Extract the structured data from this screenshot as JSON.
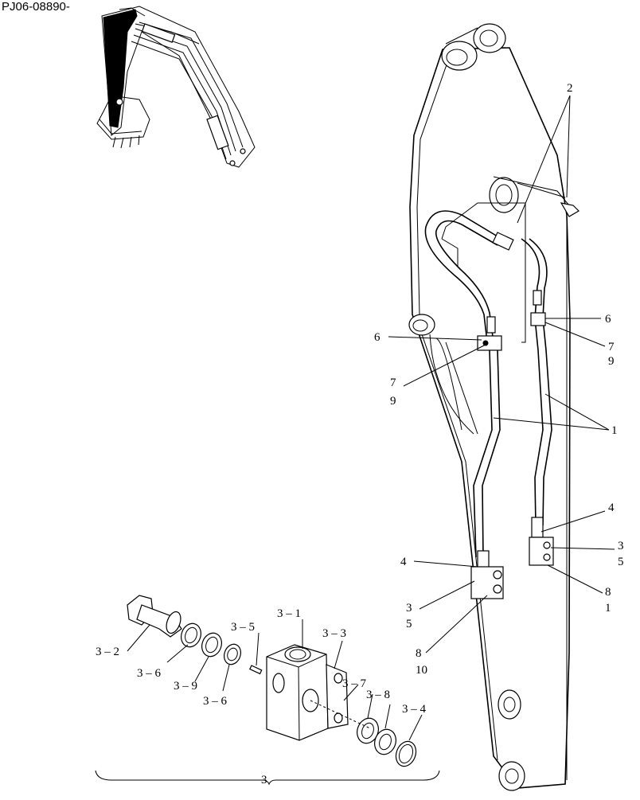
{
  "document_id": "PJ06-08890-",
  "callouts": {
    "c1": "1",
    "c2": "2",
    "c3": "3",
    "c4_left": "4",
    "c4_right": "4",
    "c6_left": "6",
    "c6_right": "6",
    "c7_left": "7",
    "c9_left": "9",
    "c7_right": "7",
    "c9_right": "9",
    "c3_left": "3",
    "c5_left": "5",
    "c3_right": "3",
    "c5_right": "5",
    "c8_left": "8",
    "c10_left": "10",
    "c8_right": "8",
    "c1_right": "1",
    "c3_1": "3 – 1",
    "c3_2": "3 – 2",
    "c3_3": "3 – 3",
    "c3_4": "3 – 4",
    "c3_5": "3 – 5",
    "c3_6a": "3 – 6",
    "c3_6b": "3 – 6",
    "c3_7": "3 – 7",
    "c3_8": "3 – 8",
    "c3_9": "3 – 9",
    "c3_group": "3"
  }
}
